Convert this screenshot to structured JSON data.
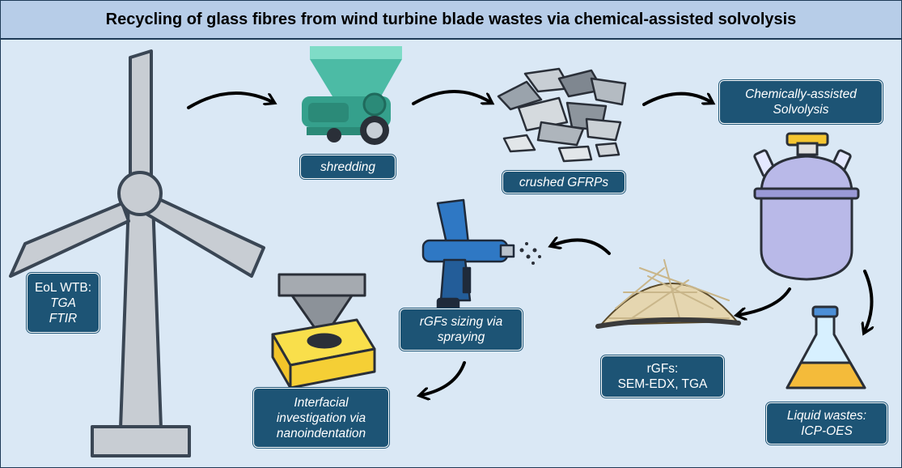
{
  "title": "Recycling of glass fibres from wind turbine blade wastes via chemical-assisted solvolysis",
  "labels": {
    "shredding": "shredding",
    "crushed": "crushed GFRPs",
    "solvolysis_line1": "Chemically-assisted",
    "solvolysis_line2": "Solvolysis",
    "eol_line1": "EoL WTB:",
    "eol_line2": "TGA",
    "eol_line3": "FTIR",
    "sizing_line1": "rGFs sizing via",
    "sizing_line2": "spraying",
    "rgf_line1": "rGFs:",
    "rgf_line2": "SEM-EDX, TGA",
    "liquid_line1": "Liquid wastes:",
    "liquid_line2": "ICP-OES",
    "interfacial_line1": "Interfacial",
    "interfacial_line2": "investigation via",
    "interfacial_line3": "nanoindentation"
  },
  "colors": {
    "background": "#dae8f5",
    "title_bar": "#b7cde8",
    "label_fill": "#1d5475",
    "turbine": "#c8cdd3",
    "shredder": "#4cbba5",
    "reactor": "#b9b9e8",
    "liquid": "#f4bb3a",
    "spray_gun": "#2f78c4"
  },
  "icons": [
    "wind-turbine-icon",
    "shredder-icon",
    "crushed-pieces-icon",
    "reactor-vessel-icon",
    "flask-icon",
    "fibre-pile-icon",
    "spray-gun-icon",
    "nanoindenter-icon",
    "arrow-icon"
  ]
}
